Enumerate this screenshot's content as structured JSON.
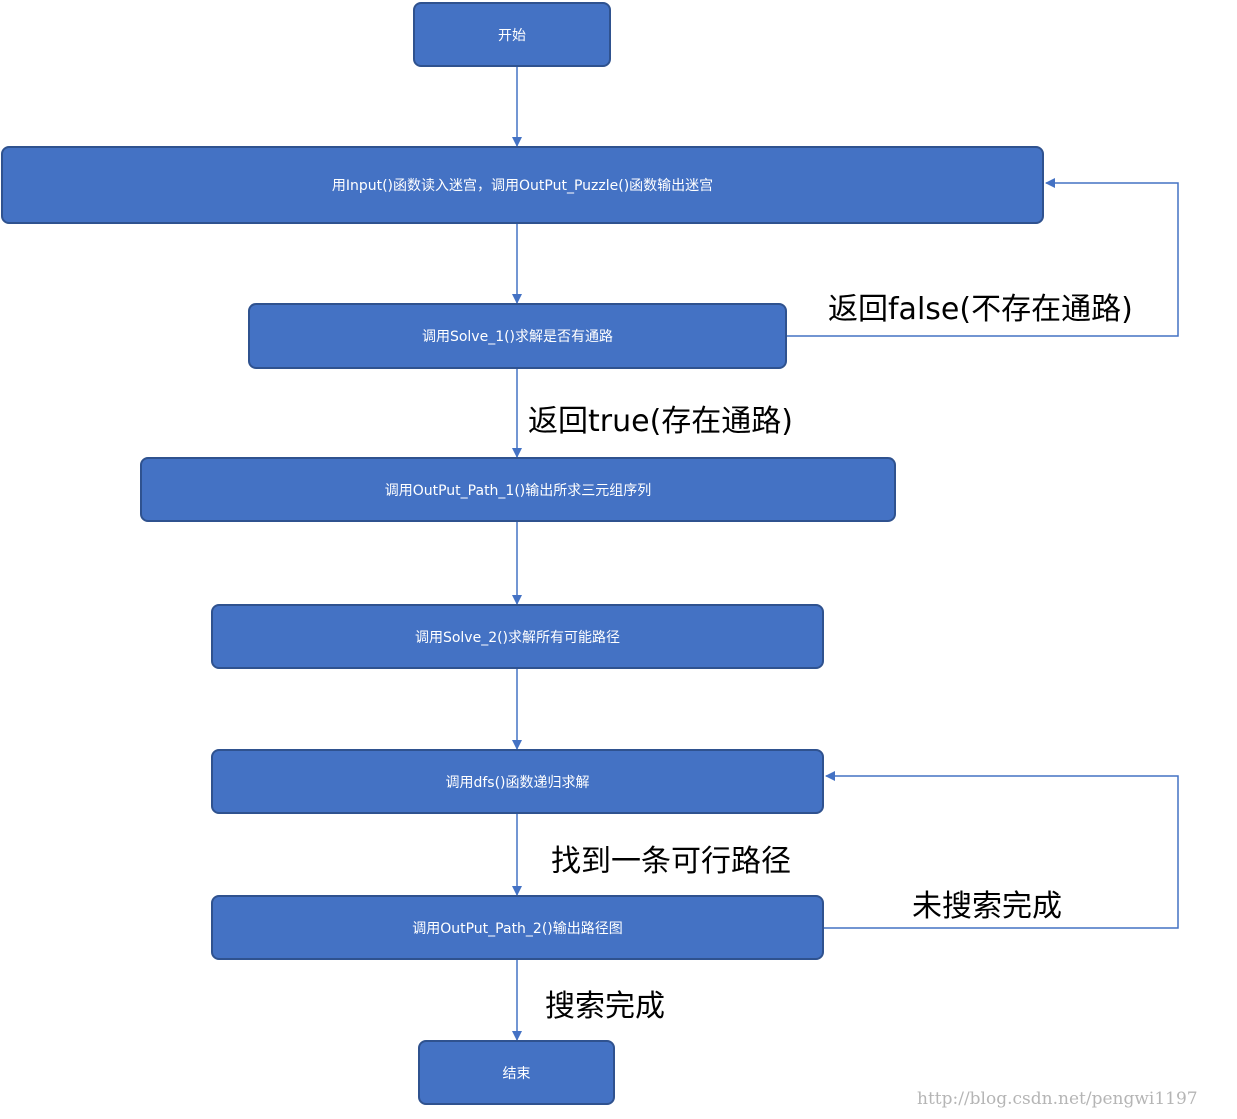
{
  "nodes": {
    "start": "开始",
    "read_input": "用Input()函数读入迷宫，调用OutPut_Puzzle()函数输出迷宫",
    "solve1": "调用Solve_1()求解是否有通路",
    "output_path1": "调用OutPut_Path_1()输出所求三元组序列",
    "solve2": "调用Solve_2()求解所有可能路径",
    "dfs": "调用dfs()函数递归求解",
    "output_path2": "调用OutPut_Path_2()输出路径图",
    "end": "结束"
  },
  "edge_labels": {
    "false_branch": "返回false(不存在通路)",
    "true_branch": "返回true(存在通路)",
    "found_path": "找到一条可行路径",
    "not_finished": "未搜索完成",
    "finished": "搜索完成"
  },
  "watermark": "http://blog.csdn.net/pengwi1197",
  "colors": {
    "box_fill": "#4472c4",
    "box_border": "#2f528f",
    "box_text": "#ffffff",
    "connector": "#4472c4",
    "label_text": "#000000",
    "watermark": "#b5b5b5"
  }
}
